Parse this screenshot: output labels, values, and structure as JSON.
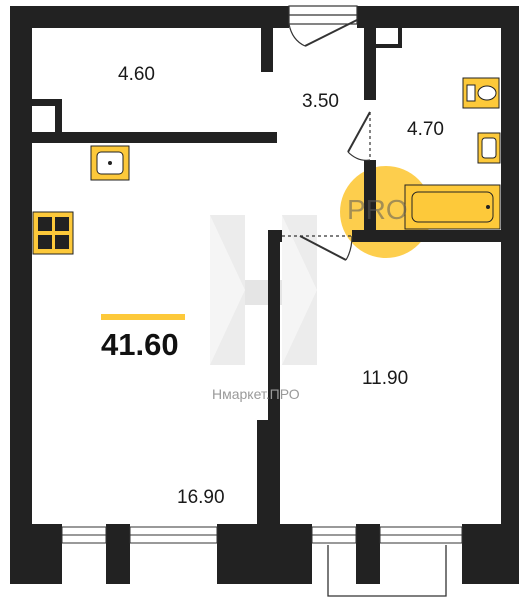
{
  "rooms": [
    {
      "id": "room-top-left",
      "label": "4.60"
    },
    {
      "id": "hall",
      "label": "3.50"
    },
    {
      "id": "bathroom",
      "label": "4.70"
    },
    {
      "id": "bedroom",
      "label": "11.90"
    },
    {
      "id": "kitchen-living",
      "label": "16.90"
    }
  ],
  "total_area": "41.60",
  "watermark": {
    "text": "Нмаркет.ПРО",
    "badge": "PRO"
  },
  "colors": {
    "wall": "#222222",
    "fixture": "#fdc93a",
    "accent": "#fdc93a",
    "badge": "#fdc93a",
    "watermark": "#c9c9c9"
  }
}
